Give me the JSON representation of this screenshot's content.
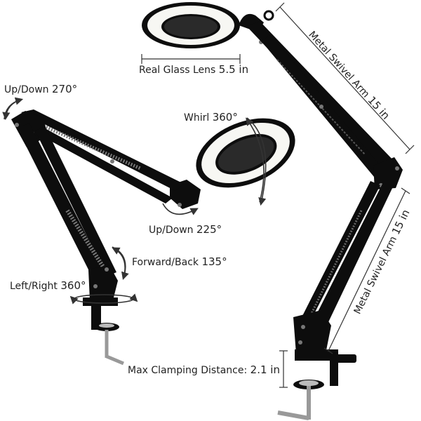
{
  "colors": {
    "lamp": "#0d0d0d",
    "ring_light": "#f7f7f3",
    "dimension_line": "#333333",
    "background": "#ffffff"
  },
  "annotations": {
    "up_down_top": {
      "text": "Up/Down",
      "value": "270°"
    },
    "whirl": {
      "text": "Whirl",
      "value": "360°"
    },
    "up_down_head": {
      "text": "Up/Down",
      "value": "225°"
    },
    "forward_back": {
      "text": "Forward/Back",
      "value": "135°"
    },
    "left_right": {
      "text": "Left/Right",
      "value": "360°"
    }
  },
  "dimensions": {
    "lens": {
      "text": "Real Glass Lens",
      "value": "5.5 in"
    },
    "arm_upper": {
      "text": "Metal Swivel Arm",
      "value": "15 in"
    },
    "arm_lower": {
      "text": "Metal Swivel Arm",
      "value": "15 in"
    },
    "clamp": {
      "text": "Max Clamping Distance:",
      "value": "2.1 in"
    }
  },
  "icons": [
    "rotation-arrow-icon",
    "magnifier-lamp-icon"
  ]
}
